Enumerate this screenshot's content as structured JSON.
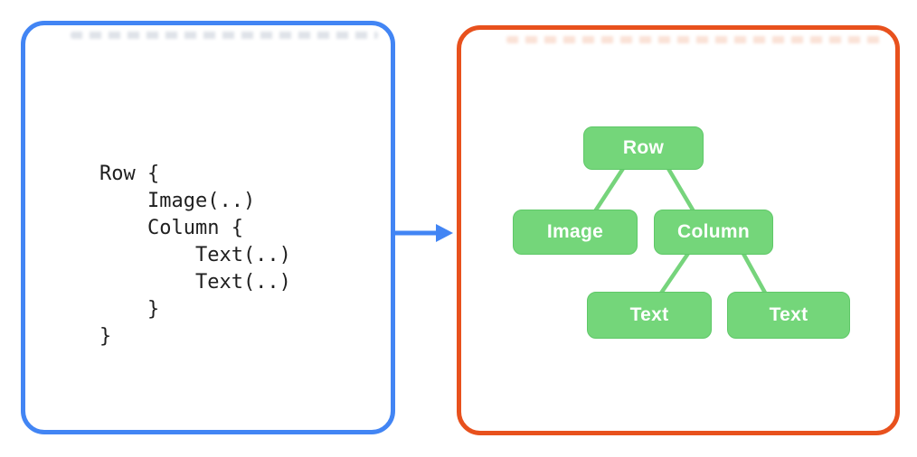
{
  "colors": {
    "code_panel_border": "#4285F4",
    "tree_panel_border": "#E8511D",
    "arrow": "#4285F4",
    "node_fill": "#74D67A",
    "edge_line": "#76D47C",
    "node_text": "#FFFFFF",
    "code_text": "#1F1F1F"
  },
  "left_panel": {
    "code_lines": [
      "Row {",
      "    Image(..)",
      "    Column {",
      "        Text(..)",
      "        Text(..)",
      "    }",
      "}"
    ]
  },
  "right_panel": {
    "tree": {
      "nodes": [
        {
          "id": "row",
          "label": "Row"
        },
        {
          "id": "image",
          "label": "Image"
        },
        {
          "id": "column",
          "label": "Column"
        },
        {
          "id": "text-1",
          "label": "Text"
        },
        {
          "id": "text-2",
          "label": "Text"
        }
      ],
      "edges": [
        {
          "from": "row",
          "to": "image"
        },
        {
          "from": "row",
          "to": "column"
        },
        {
          "from": "column",
          "to": "text-1"
        },
        {
          "from": "column",
          "to": "text-2"
        }
      ]
    }
  }
}
